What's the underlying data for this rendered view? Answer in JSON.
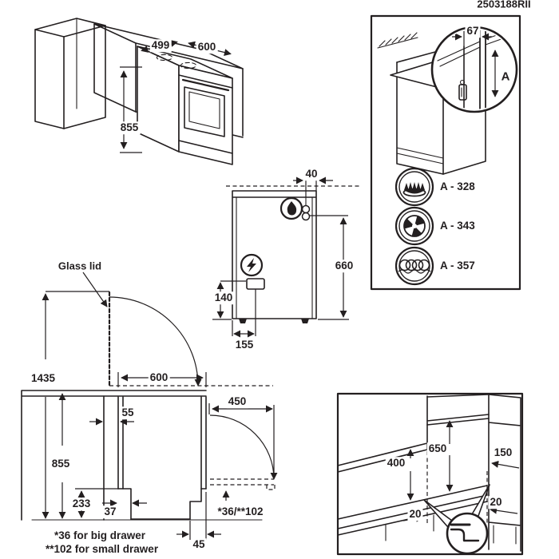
{
  "doc_number": "2503188RII",
  "iso_view": {
    "depth": "499",
    "width": "600",
    "height": "855"
  },
  "detail_box": {
    "gap": "67",
    "dim_letter": "A",
    "variants": [
      {
        "icon": "gas-burner-icon",
        "label": "A - 328"
      },
      {
        "icon": "radiant-plate-icon",
        "label": "A - 343"
      },
      {
        "icon": "coil-element-icon",
        "label": "A - 357"
      }
    ]
  },
  "rear_view": {
    "side_offset": "40",
    "gas_height": "660",
    "terminal_height": "140",
    "terminal_offset": "155"
  },
  "side_view": {
    "glass_lid": "Glass lid",
    "open_lid_height": "1435",
    "depth": "600",
    "rear_gap": "55",
    "door_clearance": "450",
    "worktop_height": "855",
    "drawer_front": "233",
    "rear_recess": "37",
    "plinth_recess": "45",
    "door_floor_gap": "*36/**102",
    "footnote_big": "*36 for big drawer",
    "footnote_small": "**102 for small drawer"
  },
  "niche_view": {
    "upper_clearance": "650",
    "rear_clearance": "400",
    "side_clearance": "150",
    "edge_left": "20",
    "edge_right": "20"
  }
}
